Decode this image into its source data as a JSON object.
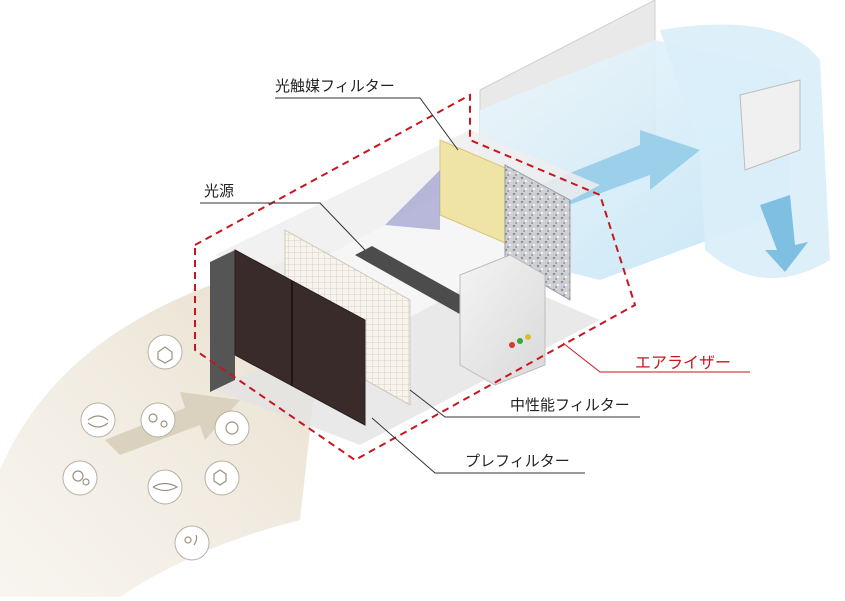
{
  "labels": {
    "photocatalyst_filter": "光触媒フィルター",
    "light_source": "光源",
    "air_riser": "エアライザー",
    "medium_filter": "中性能フィルター",
    "pre_filter": "プレフィルター"
  },
  "icons": [
    "molecule-icon",
    "bacteria-icon",
    "germs-icon",
    "virus-icon",
    "pollen-icon",
    "bacillus-icon",
    "molecule-icon",
    "microbe-icon"
  ],
  "colors": {
    "accent_red": "#c8161d",
    "airflow_tan": "#e9e2d2",
    "duct_blue": "#bfe3f4",
    "prefilter_dark": "#3a2b2b",
    "photocatalyst_yellow": "#efe3a6"
  }
}
